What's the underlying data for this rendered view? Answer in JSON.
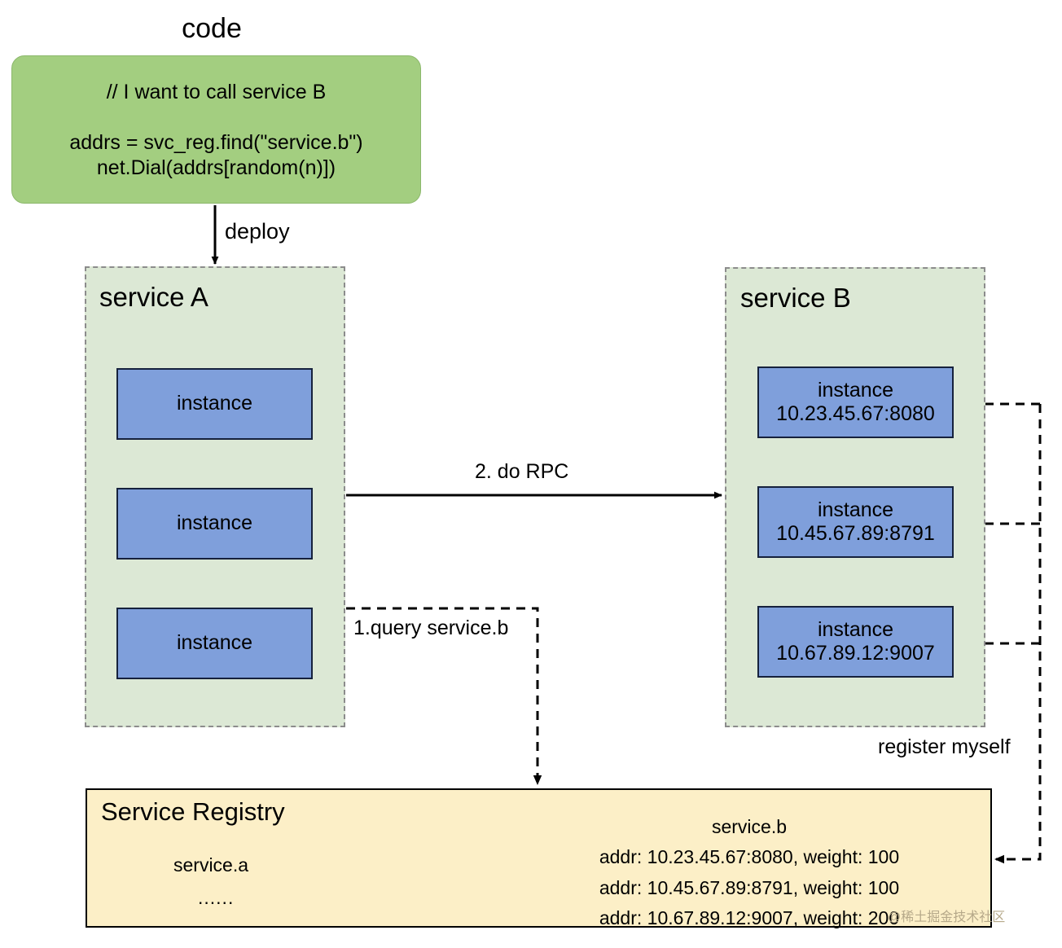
{
  "code": {
    "title": "code",
    "comment": "// I want to call service B",
    "lines": "addrs = svc_reg.find(\"service.b\")\nnet.Dial(addrs[random(n)])"
  },
  "edges": {
    "deploy": "deploy",
    "do_rpc": "2. do RPC",
    "query": "1.query service.b",
    "register": "register myself"
  },
  "service_a": {
    "title": "service A",
    "instances": [
      {
        "label": "instance"
      },
      {
        "label": "instance"
      },
      {
        "label": "instance"
      }
    ]
  },
  "service_b": {
    "title": "service B",
    "instances": [
      {
        "label": "instance",
        "addr": "10.23.45.67:8080"
      },
      {
        "label": "instance",
        "addr": "10.45.67.89:8791"
      },
      {
        "label": "instance",
        "addr": "10.67.89.12:9007"
      }
    ]
  },
  "registry": {
    "title": "Service Registry",
    "service_a_name": "service.a",
    "service_a_more": "......",
    "service_b_block": "service.b\naddr: 10.23.45.67:8080, weight: 100\naddr: 10.45.67.89:8791, weight: 100\naddr: 10.67.89.12:9007, weight: 200"
  },
  "watermark": "@稀土掘金技术社区",
  "colors": {
    "code_green": "#a3ce80",
    "service_green": "#dce8d5",
    "instance_blue": "#7f9fdb",
    "registry_yellow": "#fcefc7",
    "border_dark": "#16213d",
    "dashed_gray": "#8c8c8c"
  }
}
